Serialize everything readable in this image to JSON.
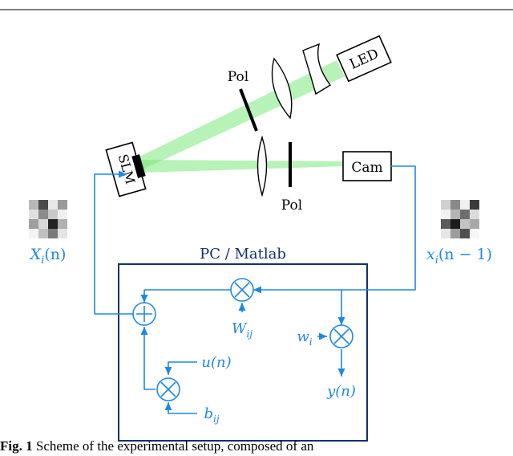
{
  "labels": {
    "led": "LED",
    "cam": "Cam",
    "slm": "SLM",
    "pol_top": "Pol",
    "pol_bottom": "Pol",
    "pc": "PC / Matlab",
    "X_in": "X",
    "X_in_sub": "i",
    "X_in_arg": "(n)",
    "x_out": "x",
    "x_out_sub": "i",
    "x_out_arg": "(n − 1)",
    "W": "W",
    "W_sub": "ij",
    "w": "w",
    "w_sub": "i",
    "u": "u(n)",
    "y": "y(n)",
    "b": "b",
    "b_sub": "ij"
  },
  "caption": {
    "label": "Fig. 1",
    "text": "Scheme of the experimental setup, composed of an"
  },
  "colors": {
    "blue": "#1e88e5",
    "navy": "#13306b",
    "beam": "#7be87b",
    "black": "#000000"
  }
}
